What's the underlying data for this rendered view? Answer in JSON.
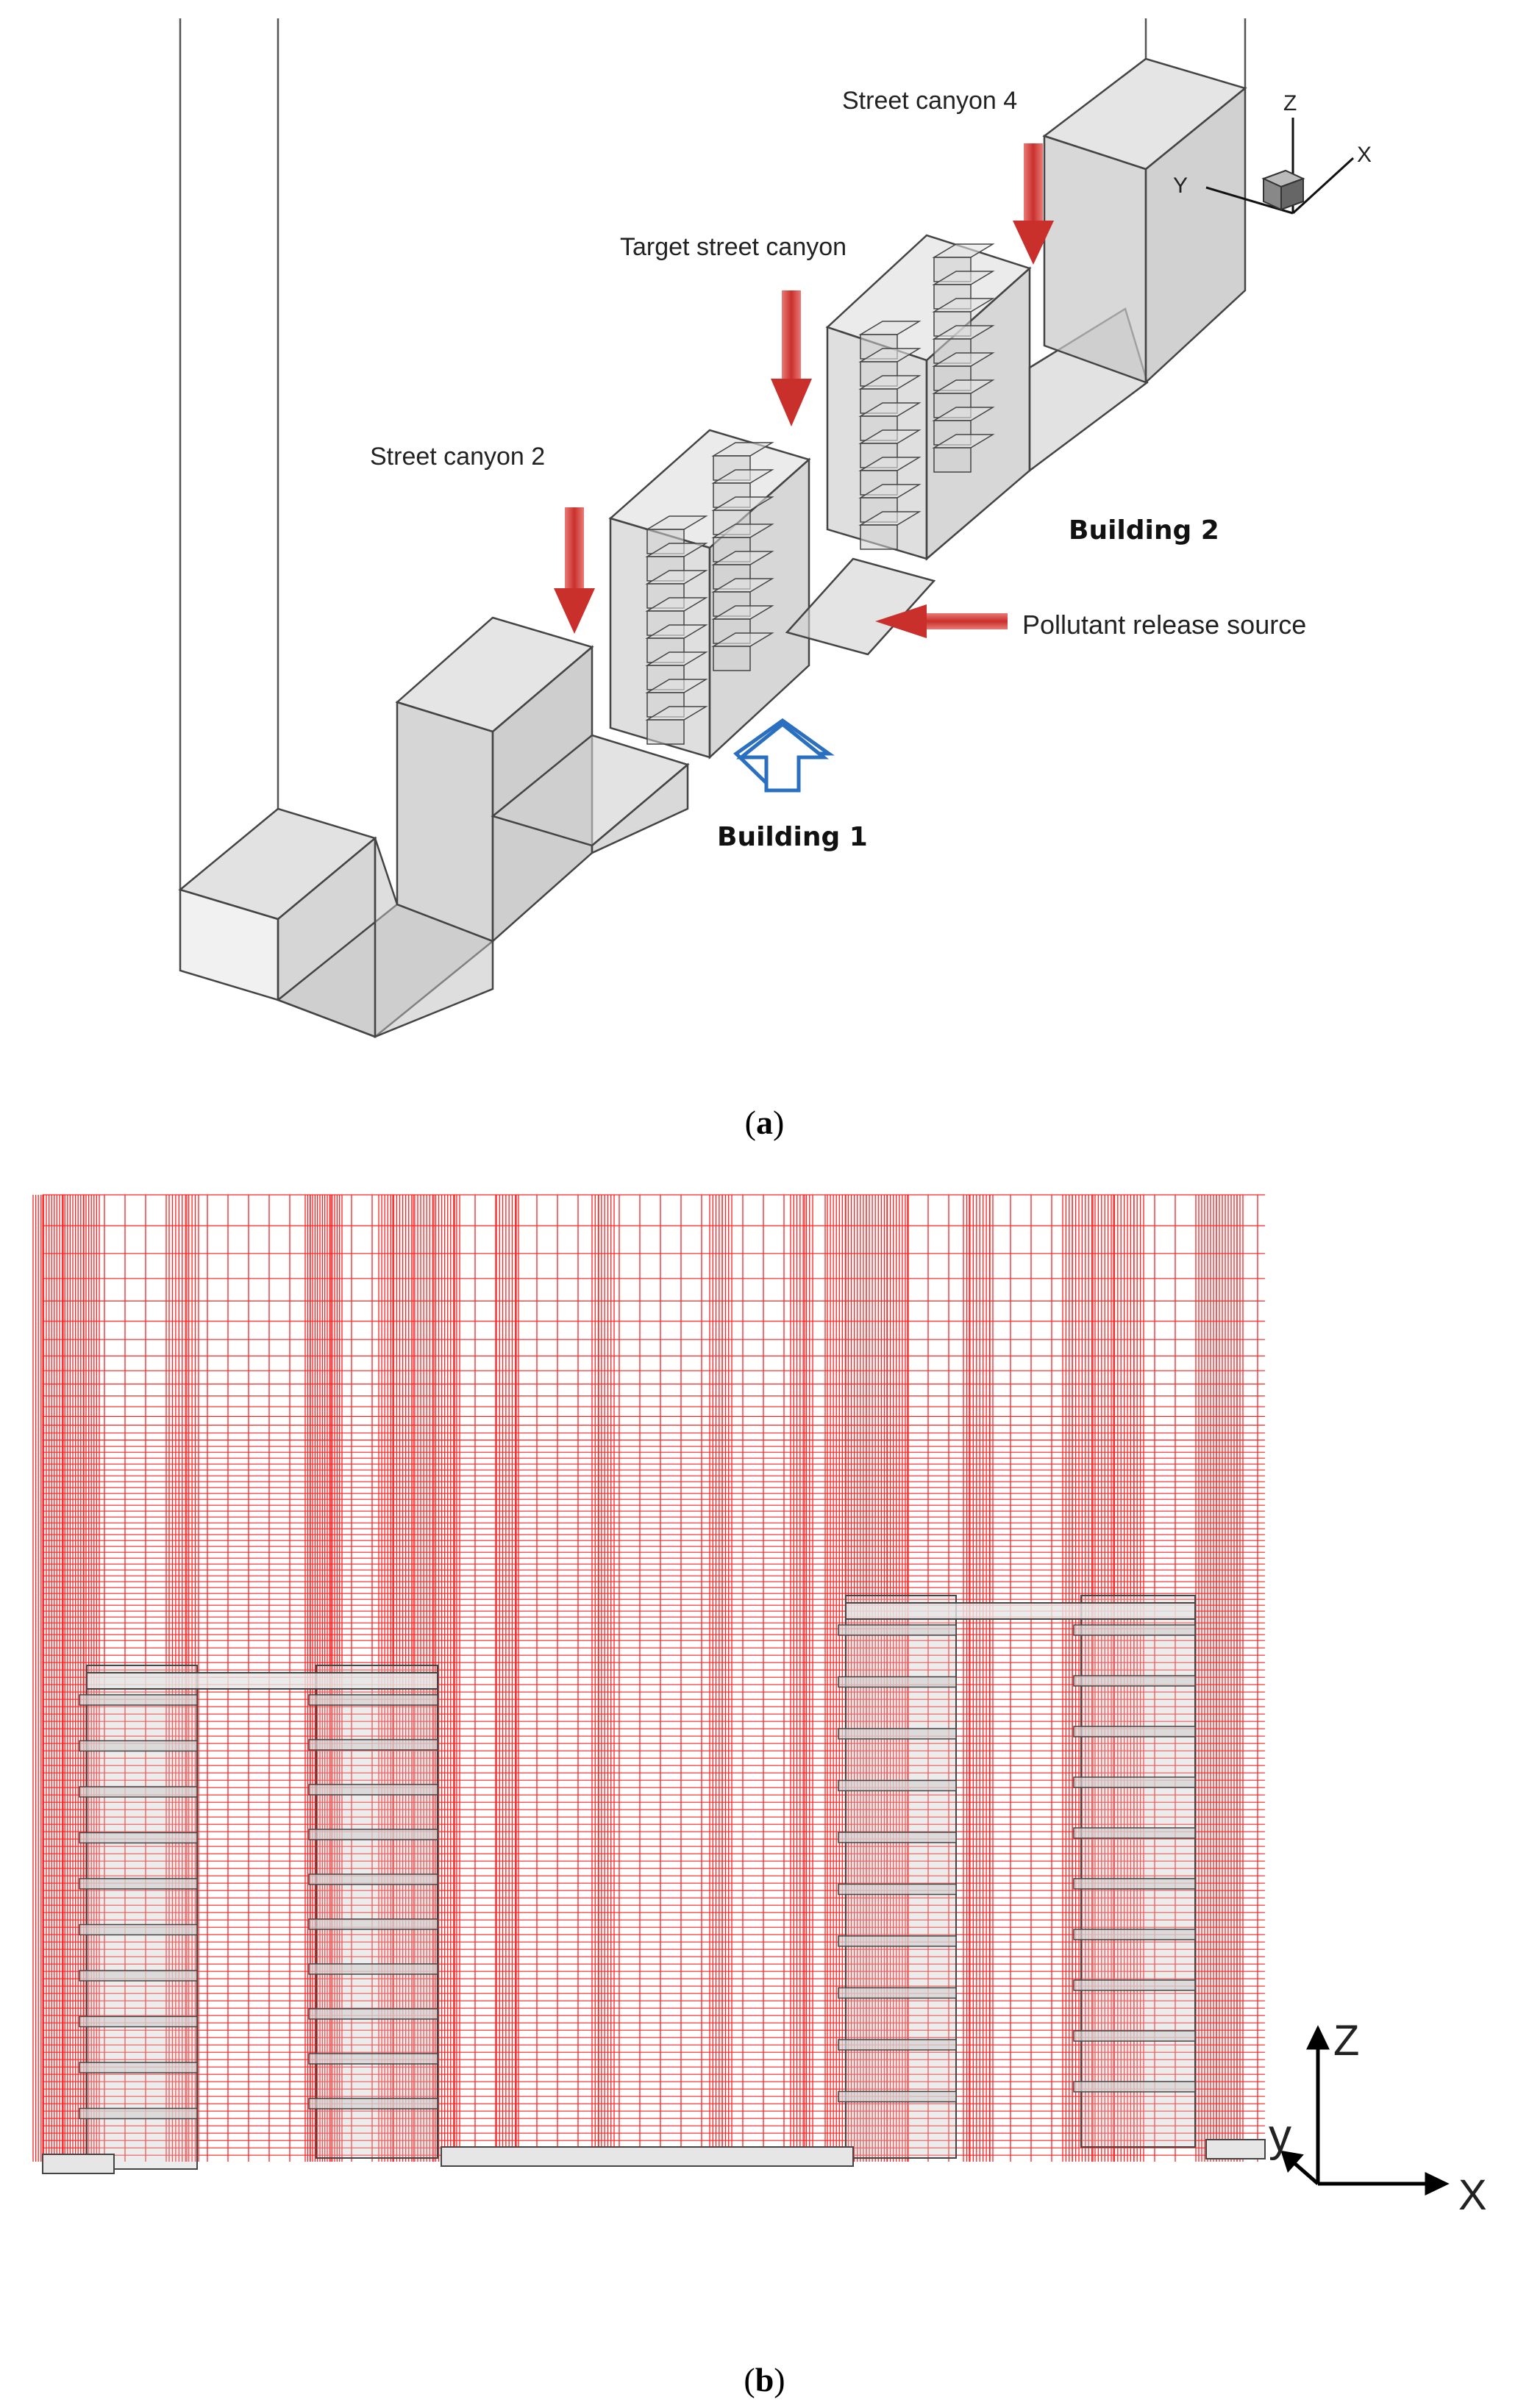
{
  "panel_a": {
    "labels": {
      "street_canyon_4": "Street canyon 4",
      "target_street_canyon": "Target street canyon",
      "street_canyon_2": "Street canyon 2",
      "building_2": "Building 2",
      "pollutant_release_source": "Pollutant release source",
      "building_1": "Building 1"
    },
    "axes": {
      "z": "Z",
      "y": "Y",
      "x": "X"
    },
    "caption_letter": "a"
  },
  "panel_b": {
    "axes": {
      "z": "Z",
      "y": "y",
      "x": "X"
    },
    "caption_letter": "b"
  },
  "colors": {
    "mesh": "#ff2020",
    "building_fill": "#c8c8c8",
    "arrow_red": "#d9534f",
    "arrow_blue": "#2a6fc0"
  }
}
